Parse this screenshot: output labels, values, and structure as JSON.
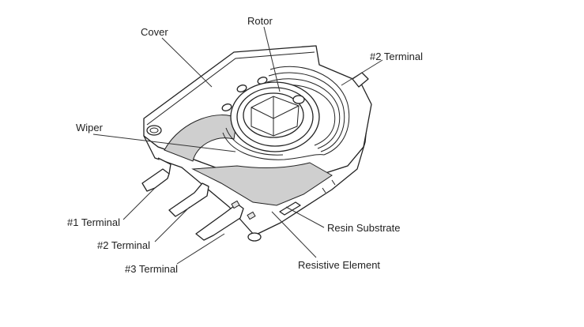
{
  "labels": {
    "cover": "Cover",
    "rotor": "Rotor",
    "terminal2_top": "#2 Terminal",
    "wiper": "Wiper",
    "terminal1": "#1 Terminal",
    "terminal2": "#2 Terminal",
    "terminal3": "#3 Terminal",
    "resin_substrate": "Resin Substrate",
    "resistive_element": "Resistive Element"
  }
}
